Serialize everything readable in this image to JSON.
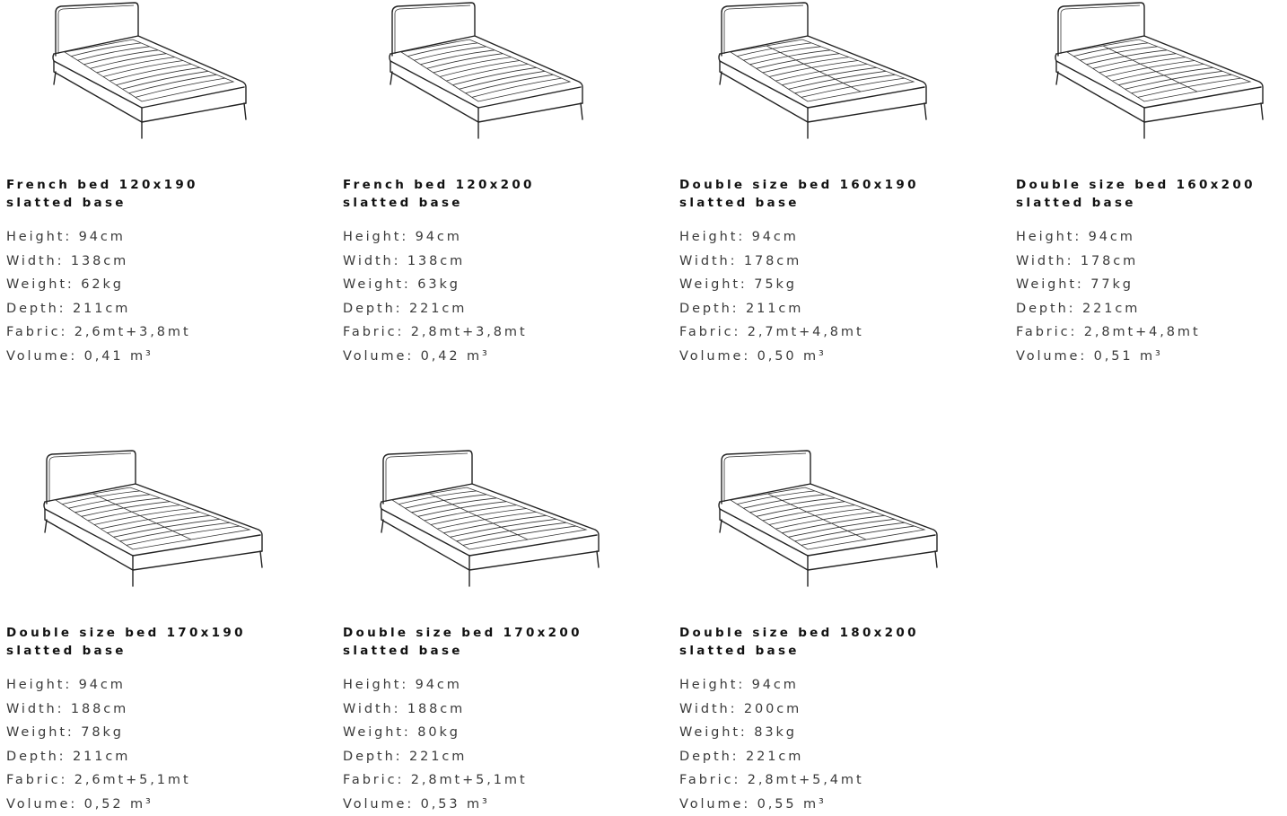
{
  "beds": [
    {
      "title_line1": "French bed 120x190",
      "title_line2": "slatted base",
      "height": "Height: 94cm",
      "width": "Width: 138cm",
      "weight": "Weight: 62kg",
      "depth": "Depth: 211cm",
      "fabric": "Fabric: 2,6mt+3,8mt",
      "volume": "Volume: 0,41 m³"
    },
    {
      "title_line1": "French bed 120x200",
      "title_line2": "slatted base",
      "height": "Height: 94cm",
      "width": "Width: 138cm",
      "weight": "Weight: 63kg",
      "depth": "Depth: 221cm",
      "fabric": "Fabric: 2,8mt+3,8mt",
      "volume": "Volume: 0,42 m³"
    },
    {
      "title_line1": "Double size bed 160x190",
      "title_line2": "slatted base",
      "height": "Height: 94cm",
      "width": "Width: 178cm",
      "weight": "Weight: 75kg",
      "depth": "Depth: 211cm",
      "fabric": "Fabric: 2,7mt+4,8mt",
      "volume": "Volume: 0,50 m³"
    },
    {
      "title_line1": "Double size bed 160x200",
      "title_line2": "slatted base",
      "height": "Height: 94cm",
      "width": "Width: 178cm",
      "weight": "Weight: 77kg",
      "depth": "Depth: 221cm",
      "fabric": "Fabric: 2,8mt+4,8mt",
      "volume": "Volume: 0,51 m³"
    },
    {
      "title_line1": "Double size bed 170x190",
      "title_line2": "slatted base",
      "height": "Height: 94cm",
      "width": "Width: 188cm",
      "weight": "Weight: 78kg",
      "depth": "Depth: 211cm",
      "fabric": "Fabric: 2,6mt+5,1mt",
      "volume": "Volume: 0,52 m³"
    },
    {
      "title_line1": "Double size bed 170x200",
      "title_line2": "slatted base",
      "height": "Height: 94cm",
      "width": "Width: 188cm",
      "weight": "Weight: 80kg",
      "depth": "Depth: 221cm",
      "fabric": "Fabric: 2,8mt+5,1mt",
      "volume": "Volume: 0,53 m³"
    },
    {
      "title_line1": "Double size bed 180x200",
      "title_line2": "slatted base",
      "height": "Height: 94cm",
      "width": "Width: 200cm",
      "weight": "Weight: 83kg",
      "depth": "Depth: 221cm",
      "fabric": "Fabric: 2,8mt+5,4mt",
      "volume": "Volume: 0,55 m³"
    }
  ],
  "colors": {
    "background": "#ffffff",
    "title_text": "#111111",
    "spec_text": "#3a3a3a",
    "line_art": "#222222"
  },
  "icons": {
    "bed_illustration": "bed-line-drawing-icon"
  }
}
